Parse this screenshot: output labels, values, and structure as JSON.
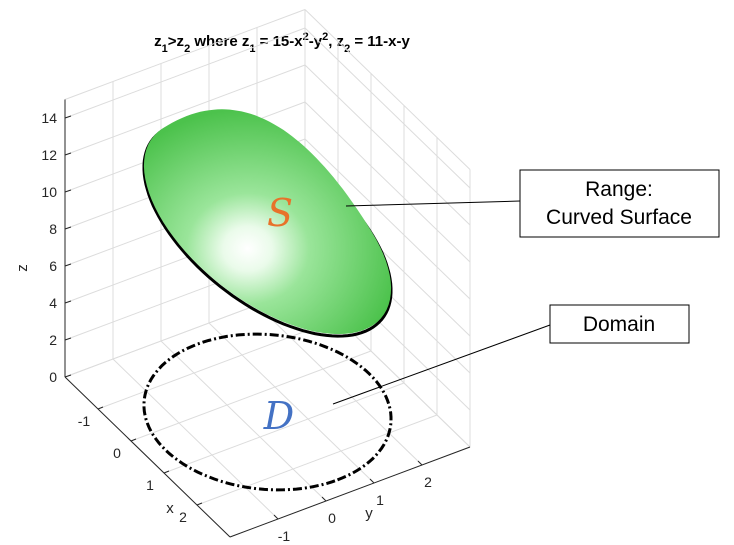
{
  "chart_data": {
    "type": "surface",
    "title": {
      "parts": [
        {
          "t": "z"
        },
        {
          "t": "1",
          "sub": true
        },
        {
          "t": ">z"
        },
        {
          "t": "2",
          "sub": true
        },
        {
          "t": " where z"
        },
        {
          "t": "1",
          "sub": true
        },
        {
          "t": " = 15-x"
        },
        {
          "t": "2",
          "sup": true
        },
        {
          "t": "-y"
        },
        {
          "t": "2",
          "sup": true
        },
        {
          "t": ", z"
        },
        {
          "t": "2",
          "sub": true
        },
        {
          "t": " = 11-x-y"
        }
      ]
    },
    "functions": {
      "z1": "15-x^2-y^2",
      "z2": "11-x-y"
    },
    "xlabel": "x",
    "ylabel": "y",
    "zlabel": "z",
    "xlim": [
      -2,
      3
    ],
    "ylim": [
      -2,
      3
    ],
    "zlim": [
      0,
      15
    ],
    "x_ticks": [
      "-1",
      "0",
      "1",
      "2"
    ],
    "y_ticks": [
      "-1",
      "0",
      "1",
      "2"
    ],
    "z_ticks": [
      "0",
      "2",
      "4",
      "6",
      "8",
      "10",
      "12",
      "14"
    ],
    "domain_center": [
      0.5,
      0.5
    ],
    "domain_radius": 2.1213,
    "surface_color": "#5fd35f",
    "domain_style": "dash-dot",
    "grid": true,
    "annotations": [
      {
        "target": "surface",
        "text_lines": [
          "Range:",
          "Curved Surface"
        ]
      },
      {
        "target": "domain",
        "text_lines": [
          "Domain"
        ]
      }
    ],
    "labels": {
      "surface": "S",
      "domain": "D"
    },
    "label_colors": {
      "surface": "#e8722a",
      "domain": "#4472c4"
    }
  }
}
